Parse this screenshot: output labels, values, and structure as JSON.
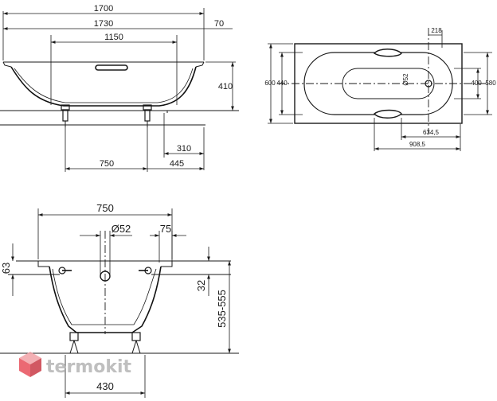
{
  "side_view": {
    "dim_total_length": "1700",
    "dim_rim_length": "1730",
    "dim_inner_length": "1150",
    "dim_rim_edge": "70",
    "dim_height": "410",
    "dim_drain_offset": "310",
    "dim_leg_spacing": "750",
    "dim_leg_end": "445"
  },
  "top_view": {
    "dim_handle_width": "218",
    "dim_total_width": "600",
    "dim_inner_width": "440",
    "dim_drain_diameter": "Ø52",
    "dim_basin_width": "400",
    "dim_rim_width": "580",
    "dim_handle_offset": "634,5",
    "dim_handle_span": "908,5"
  },
  "front_view": {
    "dim_leg_spacing": "750",
    "dim_drain_diameter": "Ø52",
    "dim_overflow": "75",
    "dim_rim_height": "63",
    "dim_drain_height": "32",
    "dim_total_height": "535-555",
    "dim_base_width": "430"
  },
  "watermark": {
    "brand": "termokit",
    "icon": "cube-logo-icon",
    "colors": {
      "red": "#e8505b",
      "grey": "#b5b5b5"
    }
  }
}
